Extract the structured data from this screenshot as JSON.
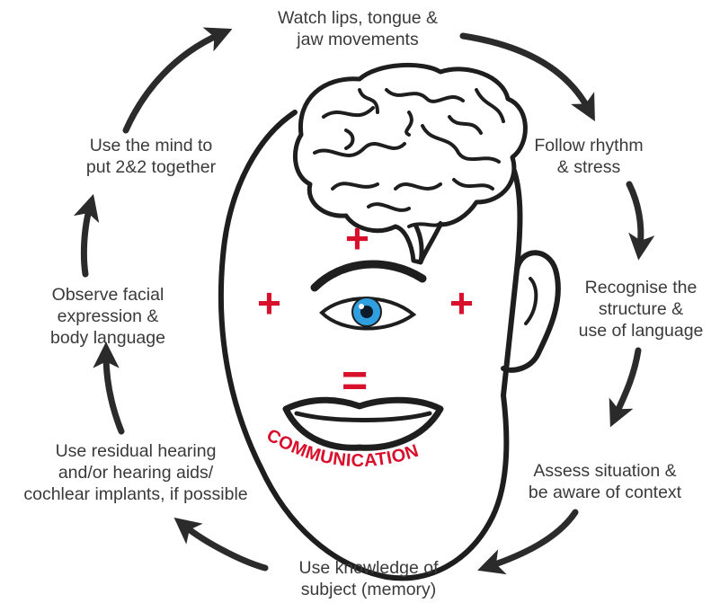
{
  "colors": {
    "text": "#3a3a3a",
    "accent_red": "#d8102c",
    "iris_blue": "#2f9fe0",
    "outline": "#1e1e1e",
    "arrow": "#2b2b2b"
  },
  "cycle_steps": [
    "Watch lips, tongue &\njaw movements",
    "Follow rhythm\n& stress",
    "Recognise the\nstructure &\nuse of language",
    "Assess situation &\nbe aware of context",
    "Use knowledge of\nsubject (memory)",
    "Use residual hearing\nand/or hearing aids/\ncochlear implants, if possible",
    "Observe facial\nexpression &\nbody language",
    "Use the mind to\nput 2&2 together"
  ],
  "face": {
    "symbols": {
      "plus": "+",
      "equals": "="
    },
    "mouth_word": "COMMUNICATION"
  },
  "icons": [
    "brain-icon",
    "eye-icon",
    "ear-icon",
    "mouth-icon",
    "cycle-arrow-icon"
  ]
}
